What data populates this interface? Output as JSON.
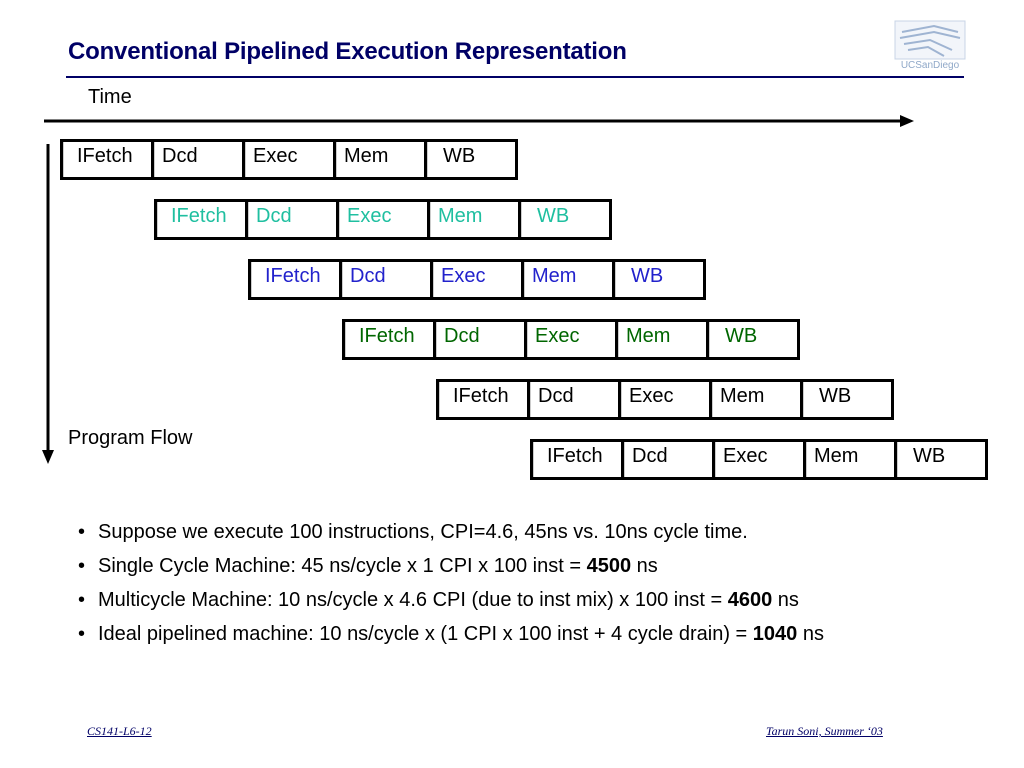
{
  "title": "Conventional Pipelined Execution Representation",
  "logo": {
    "text": "UCSanDiego"
  },
  "time_label": "Time",
  "flow_label": "Program Flow",
  "colors": {
    "title": "#000066",
    "row_colors": [
      "#000000",
      "#1fbfa0",
      "#2222cc",
      "#006600",
      "#000000",
      "#000000"
    ]
  },
  "pipeline": {
    "stages": [
      "IFetch",
      "Dcd",
      "Exec",
      "Mem",
      "WB"
    ],
    "rows": [
      {
        "stages": [
          "IFetch",
          "Dcd",
          "Exec",
          "Mem",
          "WB"
        ]
      },
      {
        "stages": [
          "IFetch",
          "Dcd",
          "Exec",
          "Mem",
          "WB"
        ]
      },
      {
        "stages": [
          "IFetch",
          "Dcd",
          "Exec",
          "Mem",
          "WB"
        ]
      },
      {
        "stages": [
          "IFetch",
          "Dcd",
          "Exec",
          "Mem",
          "WB"
        ]
      },
      {
        "stages": [
          "IFetch",
          "Dcd",
          "Exec",
          "Mem",
          "WB"
        ]
      },
      {
        "stages": [
          "IFetch",
          "Dcd",
          "Exec",
          "Mem",
          "WB"
        ]
      }
    ]
  },
  "bullets": [
    {
      "text": "Suppose we execute 100 instructions, CPI=4.6, 45ns vs. 10ns cycle time.",
      "bold": "",
      "suffix": ""
    },
    {
      "text": "Single Cycle Machine: 45 ns/cycle  x 1 CPI x 100 inst = ",
      "bold": "4500",
      "suffix": " ns"
    },
    {
      "text": "Multicycle Machine: 10 ns/cycle x 4.6 CPI (due to inst mix) x 100 inst = ",
      "bold": "4600",
      "suffix": " ns"
    },
    {
      "text": "Ideal pipelined machine: 10 ns/cycle x (1 CPI x 100 inst + 4 cycle drain) = ",
      "bold": "1040",
      "suffix": " ns"
    }
  ],
  "footer": {
    "left": "CS141-L6-12",
    "right": "Tarun Soni, Summer ‘03"
  }
}
